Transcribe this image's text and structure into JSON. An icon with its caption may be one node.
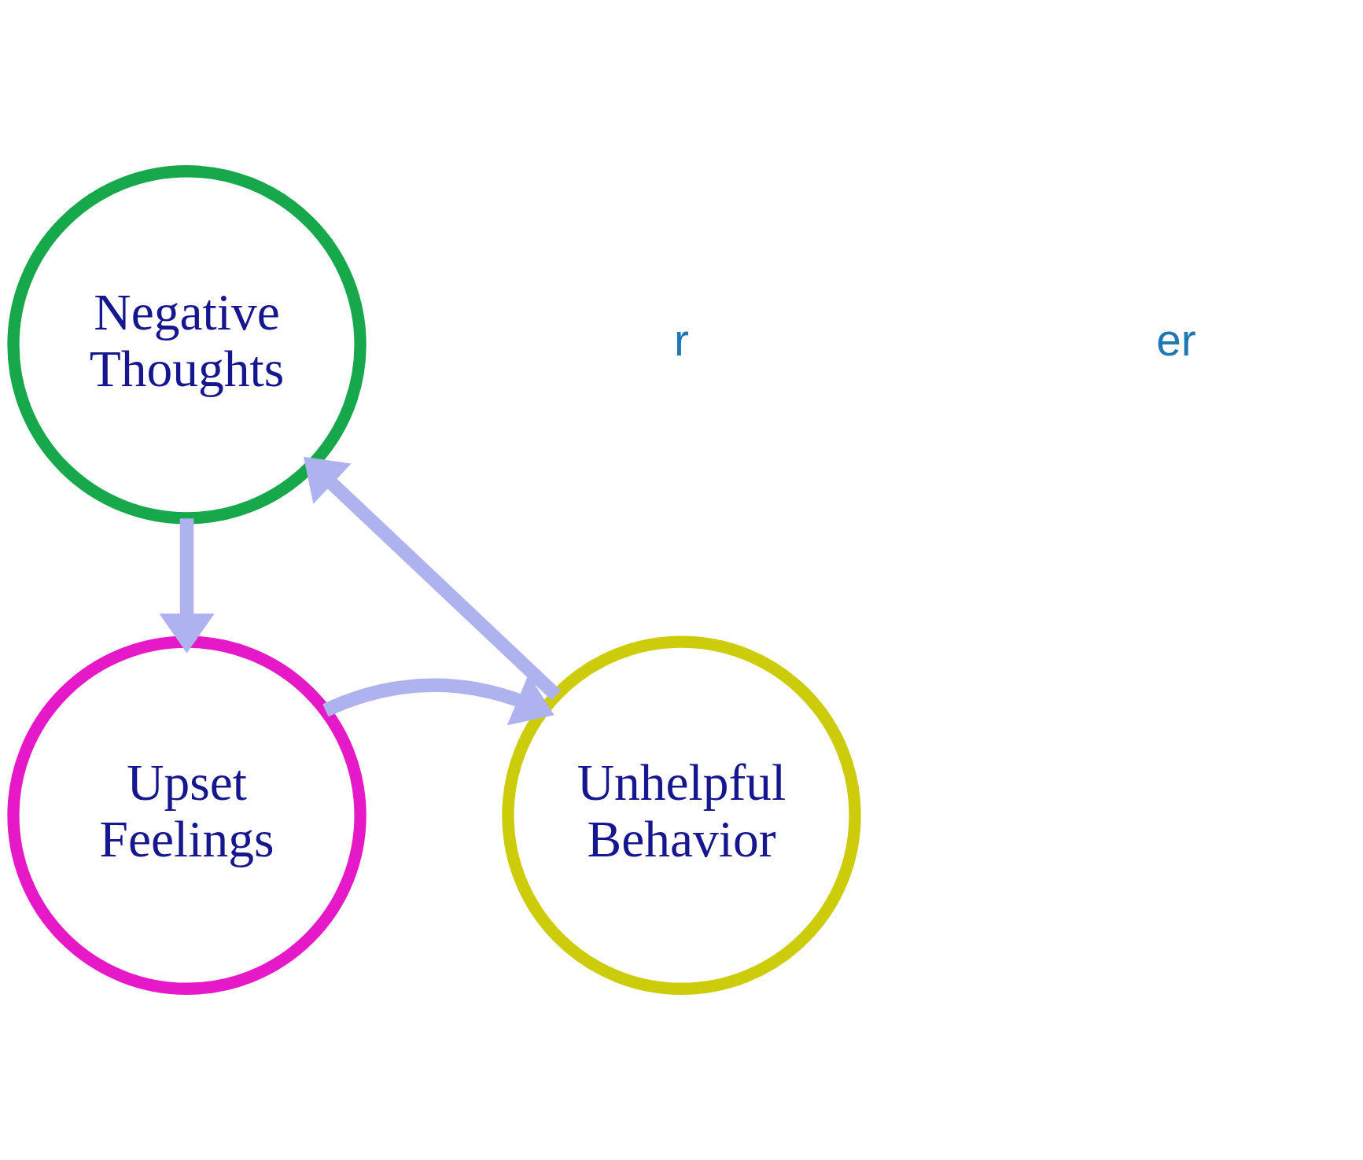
{
  "diagram": {
    "nodes": [
      {
        "text": [
          "Negative Thoughts"
        ]
      },
      {
        "text": [
          "Upset Feelings"
        ]
      },
      {
        "text": [
          "Unhelpful Behavior"
        ]
      }
    ],
    "edges": [
      {
        "from": 0,
        "to": 1,
        "arrow": "to"
      },
      {
        "from": 1,
        "to": 2,
        "arrow": "to"
      },
      {
        "from": 2,
        "to": 0,
        "arrow": "to"
      }
    ],
    "labels": [
      "r",
      "er"
    ]
  }
}
